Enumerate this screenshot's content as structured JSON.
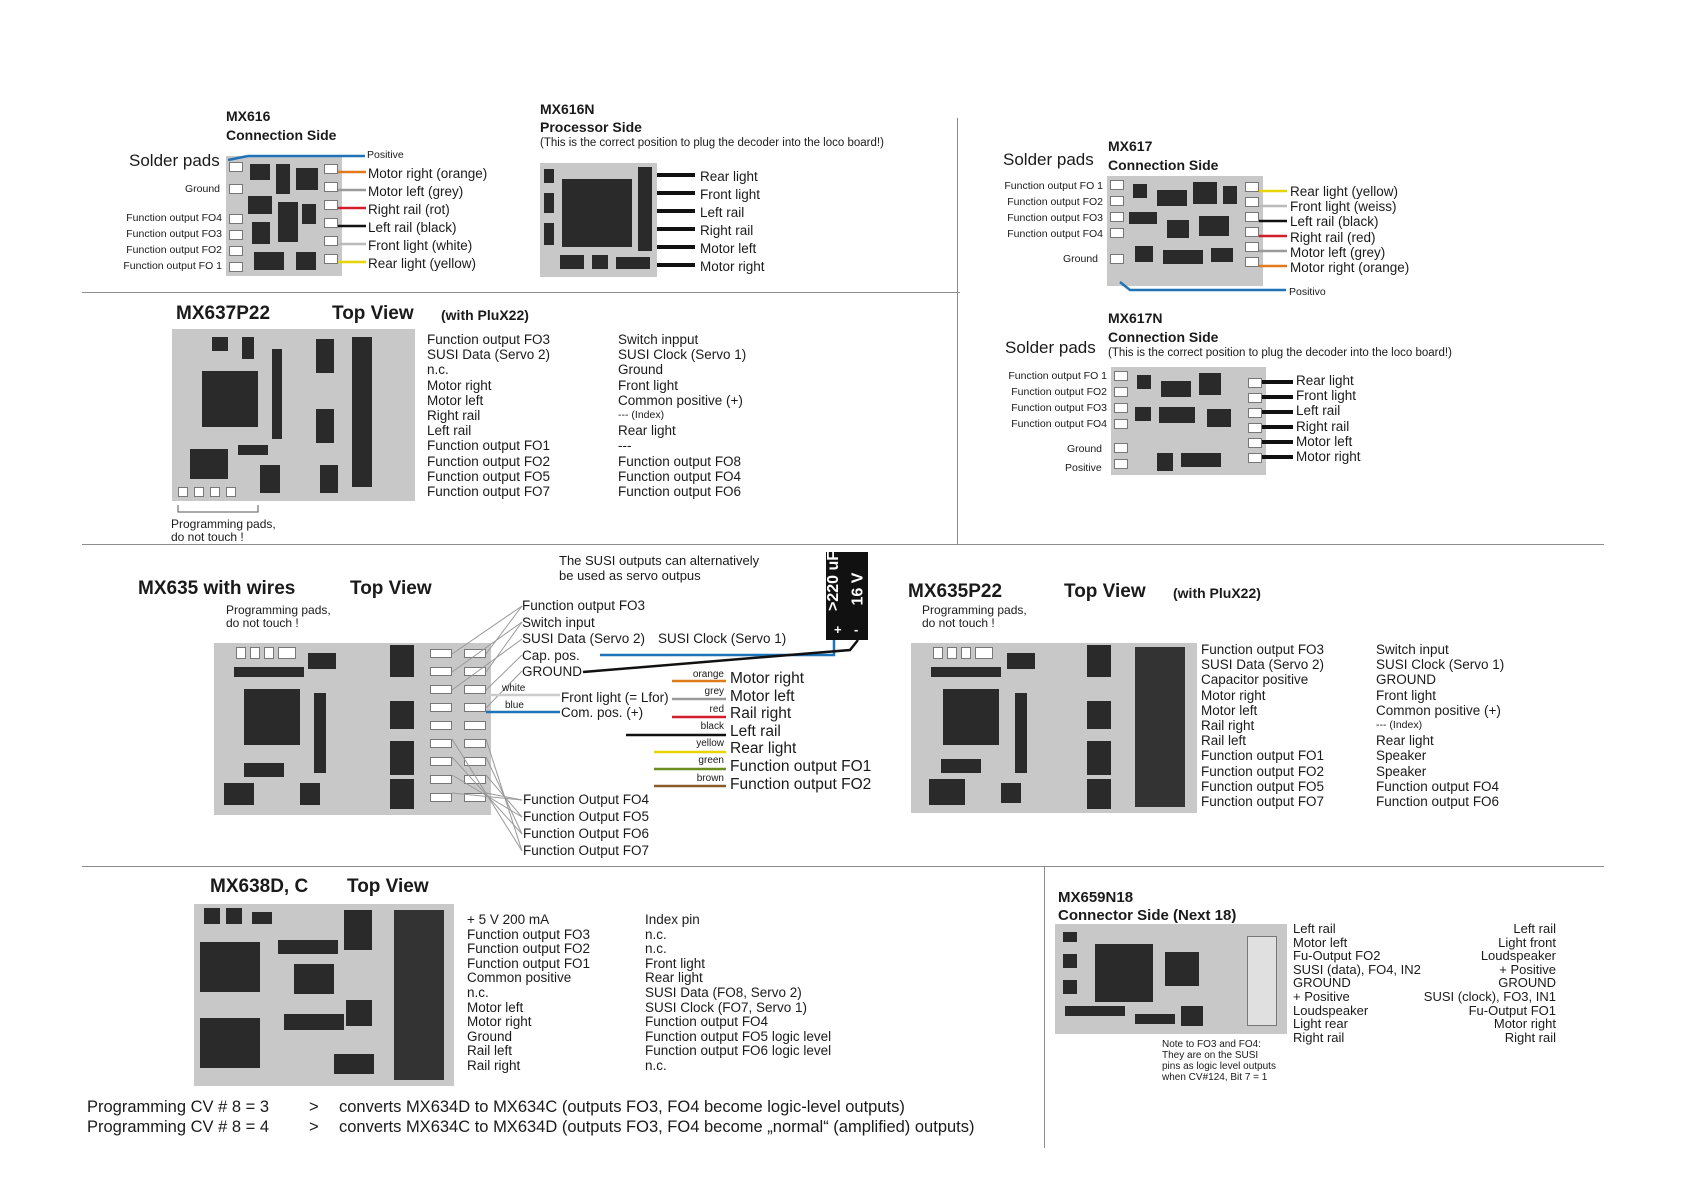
{
  "colors": {
    "orange": "#e07a1a",
    "grey": "#9a9a9a",
    "red": "#d11f2a",
    "black": "#111111",
    "white": "#ffffff",
    "yellow": "#e8d400",
    "blue": "#1f74b8",
    "green": "#6b8e23",
    "brown": "#8b5a2b",
    "board": "#c8c8c8"
  },
  "mx616": {
    "title": "MX616",
    "subtitle": "Connection Side",
    "solder": "Solder pads",
    "positive": "Positive",
    "ground": "Ground",
    "left": [
      "Function output FO4",
      "Function output FO3",
      "Function output FO2",
      "Function output FO 1"
    ],
    "right": [
      "Motor right (orange)",
      "Motor left (grey)",
      "Right rail (rot)",
      "Left rail (black)",
      "Front light (white)",
      "Rear light (yellow)"
    ]
  },
  "mx616n": {
    "title": "MX616N",
    "subtitle": "Processor Side",
    "note": "(This is the correct position to plug the decoder into the loco board!)",
    "right": [
      "Rear light",
      "Front light",
      "Left rail",
      "Right rail",
      "Motor left",
      "Motor right"
    ]
  },
  "mx617": {
    "title": "MX617",
    "subtitle": "Connection Side",
    "solder": "Solder pads",
    "ground": "Ground",
    "positive": "Positivo",
    "left": [
      "Function output FO 1",
      "Function output FO2",
      "Function output FO3",
      "Function output FO4"
    ],
    "right": [
      "Rear light (yellow)",
      "Front light (weiss)",
      "Left rail (black)",
      "Right rail (red)",
      "Motor left (grey)",
      "Motor right (orange)"
    ]
  },
  "mx617n": {
    "title": "MX617N",
    "subtitle": "Connection Side",
    "solder": "Solder pads",
    "note": "(This is the correct position to plug the decoder into the loco board!)",
    "ground": "Ground",
    "positive": "Positive",
    "left": [
      "Function output FO 1",
      "Function output FO2",
      "Function output FO3",
      "Function output FO4"
    ],
    "right": [
      "Rear light",
      "Front light",
      "Left rail",
      "Right rail",
      "Motor left",
      "Motor right"
    ]
  },
  "mx637": {
    "title": "MX637P22",
    "view": "Top View",
    "plux": "(with PluX22)",
    "prog1": "Programming pads,",
    "prog2": "do not touch !",
    "col1": [
      "Function output FO3",
      "SUSI Data (Servo 2)",
      "n.c.",
      "Motor right",
      "Motor left",
      "Right rail",
      "Left rail",
      "Function output FO1",
      "Function output FO2",
      "Function output FO5",
      "Function output FO7"
    ],
    "col2": [
      "Switch inpput",
      "SUSI Clock (Servo 1)",
      "Ground",
      "Front light",
      "Common positive (+)",
      "--- (Index)",
      "Rear light",
      "---",
      "Function output FO8",
      "Function output FO4",
      "Function output FO6"
    ]
  },
  "mx635w": {
    "title": "MX635 with wires",
    "view": "Top View",
    "prog1": "Programming pads,",
    "prog2": "do not touch !",
    "susi1": "The SUSI outputs can alternatively",
    "susi2": "be used as servo outpus",
    "cap": ">220 uF",
    "capv": "16 V",
    "plus": "+",
    "minus": "-",
    "top": [
      "Function output FO3",
      "Switch input",
      "SUSI Data (Servo 2)",
      "Cap. pos.",
      "GROUND"
    ],
    "susiclk": "SUSI Clock (Servo 1)",
    "front": "Front light (= Lfor)",
    "com": "Com. pos. (+)",
    "wire_white": "white",
    "wire_blue": "blue",
    "wires": [
      "orange",
      "grey",
      "red",
      "black",
      "yellow",
      "green",
      "brown"
    ],
    "wirelabels": [
      "Motor right",
      "Motor left",
      "Rail right",
      "Left rail",
      "Rear light",
      "Function output FO1",
      "Function output FO2"
    ],
    "bottom": [
      "Function Output FO4",
      "Function Output FO5",
      "Function Output FO6",
      "Function Output FO7"
    ]
  },
  "mx635p": {
    "title": "MX635P22",
    "view": "Top View",
    "plux": "(with PluX22)",
    "prog1": "Programming pads,",
    "prog2": "do not touch !",
    "col1": [
      "Function output   FO3",
      "SUSI Data (Servo 2)",
      "Capacitor positive",
      "Motor right",
      "Motor left",
      "Rail right",
      "Rail left",
      "Function output   FO1",
      "Function output   FO2",
      "Function output   FO5",
      "Function output   FO7"
    ],
    "col2": [
      "Switch input",
      "SUSI Clock (Servo 1)",
      "GROUND",
      "Front light",
      "Common positive (+)",
      "--- (Index)",
      "Rear light",
      "Speaker",
      "Speaker",
      "Function output   FO4",
      "Function output   FO6"
    ]
  },
  "mx638": {
    "title": "MX638D, C",
    "view": "Top View",
    "col1": [
      "+ 5 V 200 mA",
      "Function output FO3",
      "Function output FO2",
      "Function output FO1",
      "Common positive",
      "n.c.",
      "Motor left",
      "Motor right",
      "Ground",
      "Rail left",
      "Rail right"
    ],
    "col2": [
      "Index pin",
      "n.c.",
      "n.c.",
      "Front light",
      "Rear light",
      "SUSI Data (FO8, Servo 2)",
      "SUSI Clock (FO7, Servo 1)",
      "Function output FO4",
      "Function output FO5 logic level",
      "Function output FO6 logic level",
      "n.c."
    ]
  },
  "cv": {
    "row1a": "Programming CV # 8 = 3",
    "row1b": ">",
    "row1c": "converts MX634D to MX634C (outputs FO3, FO4 become logic-level outputs)",
    "row2a": "Programming CV # 8 = 4",
    "row2b": ">",
    "row2c": "converts MX634C to MX634D (outputs FO3, FO4 become „normal“ (amplified) outputs)"
  },
  "mx659": {
    "title": "MX659N18",
    "subtitle": "Connector Side (Next 18)",
    "col1": [
      "Left rail",
      "Motor left",
      "Fu-Output FO2",
      "SUSI (data), FO4, IN2",
      "GROUND",
      "+ Positive",
      "Loudspeaker",
      "Light rear",
      "Right rail"
    ],
    "col2": [
      "Left rail",
      "Light front",
      "Loudspeaker",
      "+ Positive",
      "GROUND",
      "SUSI (clock), FO3, IN1",
      "Fu-Output FO1",
      "Motor right",
      "Right rail"
    ],
    "note": [
      "Note to FO3 and FO4:",
      "They are on the SUSI",
      "pins as logic level outputs",
      "when CV#124, Bit 7 = 1"
    ]
  }
}
